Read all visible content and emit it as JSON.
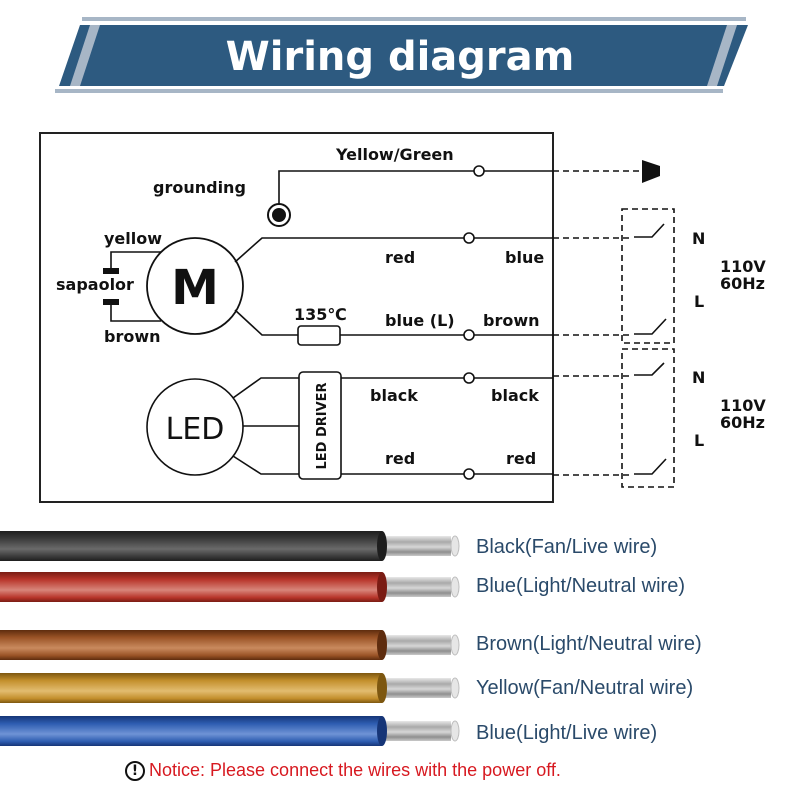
{
  "header": {
    "title": "Wiring diagram",
    "colors": {
      "banner": "#2d5a80",
      "stripe": "#a7b6c6",
      "title_text": "#ffffff"
    }
  },
  "diagram": {
    "grounding_label": "grounding",
    "yellow_green_label": "Yellow/Green",
    "motor": {
      "symbol": "M",
      "capacitor_label": "sapaolor",
      "cap_top_wire": "yellow",
      "cap_bottom_wire": "brown",
      "fuse_label": "135℃",
      "top_line": {
        "inner": "red",
        "outer": "blue"
      },
      "bottom_line": {
        "inner": "blue  (L)",
        "outer": "brown"
      }
    },
    "led": {
      "symbol": "LED",
      "driver_label": "LED DRIVER",
      "top_line": {
        "inner": "black",
        "outer": "black"
      },
      "bottom_line": {
        "inner": "red",
        "outer": "red"
      }
    },
    "supply_fan": {
      "n": "N",
      "l": "L",
      "voltage": "110V",
      "frequency": "60Hz"
    },
    "supply_light": {
      "n": "N",
      "l": "L",
      "voltage": "110V",
      "frequency": "60Hz"
    }
  },
  "wires": [
    {
      "label": "Black(Fan/Live wire)",
      "icon": "black-wire-icon",
      "color": "#3a3a3a",
      "light": "#6a6a6a",
      "dark": "#1e1e1e"
    },
    {
      "label": "Blue(Light/Neutral wire)",
      "icon": "red-wire-icon",
      "color": "#b8352a",
      "light": "#d8857a",
      "dark": "#7a1c14"
    },
    {
      "label": "Brown(Light/Neutral wire)",
      "icon": "brown-wire-icon",
      "color": "#9a5326",
      "light": "#c98a5e",
      "dark": "#5e2c0e"
    },
    {
      "label": "Yellow(Fan/Neutral wire)",
      "icon": "yellow-wire-icon",
      "color": "#c38f2c",
      "light": "#e2bc70",
      "dark": "#7d5710"
    },
    {
      "label": "Blue(Light/Live wire)",
      "icon": "blue-wire-icon",
      "color": "#2d5cb0",
      "light": "#6f93d6",
      "dark": "#163577"
    }
  ],
  "notice": {
    "icon": "exclamation-circle-icon",
    "text": "Notice: Please connect the wires with the power off.",
    "color": "#d71920"
  }
}
